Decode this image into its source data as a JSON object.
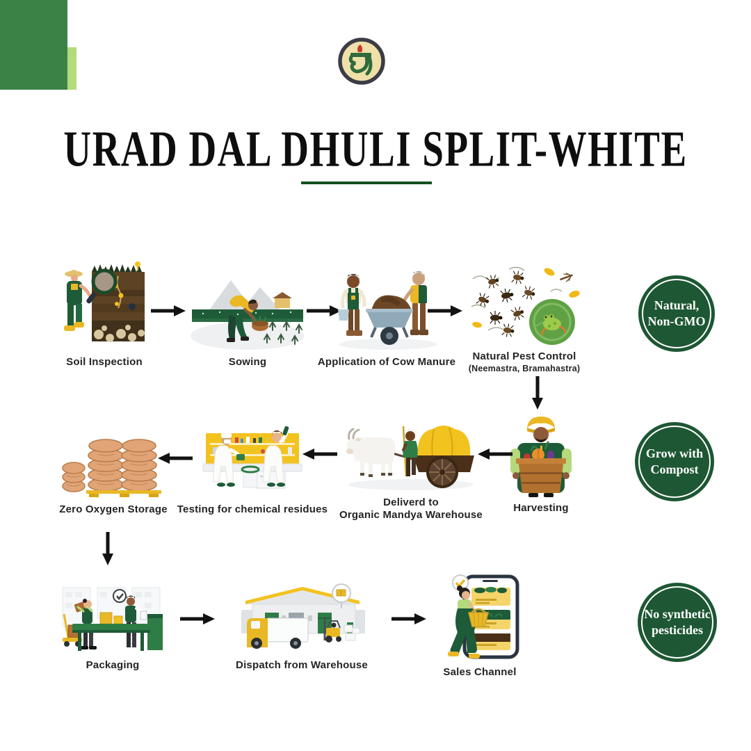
{
  "title": "URAD DAL DHULI SPLIT-WHITE",
  "colors": {
    "brand_dark_green": "#1d5733",
    "brand_green": "#3a8347",
    "brand_light_green": "#b5d97d",
    "accent_yellow": "#f2c21f",
    "title_black": "#0e0e0e",
    "underline_green": "#14501f",
    "label_dark": "#242424",
    "arrow_black": "#121212",
    "logo_cream": "#efe0a9",
    "logo_ring": "#3c3c46",
    "logo_flame_red": "#c43a28"
  },
  "icons": {
    "arrow_right": "→",
    "arrow_left": "←",
    "arrow_down": "↓",
    "check": "✓"
  },
  "steps": [
    {
      "id": "soil-inspection",
      "label": "Soil Inspection"
    },
    {
      "id": "sowing",
      "label": "Sowing"
    },
    {
      "id": "cow-manure",
      "label": "Application of Cow Manure"
    },
    {
      "id": "pest-control",
      "label": "Natural Pest Control",
      "sublabel": "(Neemastra, Bramahastra)"
    },
    {
      "id": "harvesting",
      "label": "Harvesting"
    },
    {
      "id": "delivered",
      "label": "Deliverd to",
      "label2": "Organic Mandya Warehouse"
    },
    {
      "id": "testing",
      "label": "Testing for chemical residues"
    },
    {
      "id": "zero-oxygen",
      "label": "Zero Oxygen Storage"
    },
    {
      "id": "packaging",
      "label": "Packaging"
    },
    {
      "id": "dispatch",
      "label": "Dispatch from Warehouse"
    },
    {
      "id": "sales",
      "label": "Sales Channel"
    }
  ],
  "badges": [
    {
      "line1": "Natural,",
      "line2": "Non-GMO"
    },
    {
      "line1": "Grow with",
      "line2": "Compost"
    },
    {
      "line1": "No synthetic",
      "line2": "pesticides"
    }
  ]
}
